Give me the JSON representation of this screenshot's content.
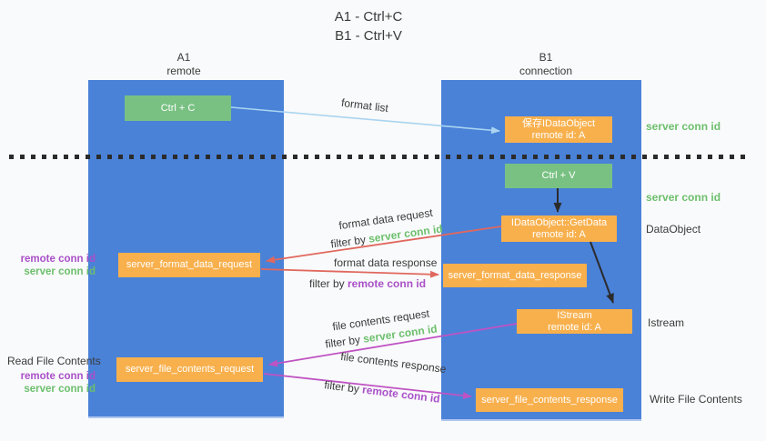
{
  "title": {
    "line1": "A1 - Ctrl+C",
    "line2": "B1 - Ctrl+V"
  },
  "columns": {
    "a1": {
      "name": "A1",
      "subtitle": "remote"
    },
    "b1": {
      "name": "B1",
      "subtitle": "connection"
    }
  },
  "boxes": {
    "ctrl_c": {
      "label": "Ctrl + C"
    },
    "ctrl_v": {
      "label": "Ctrl + V"
    },
    "save_idataobject": {
      "line1": "保存IDataObject",
      "line2": "remote id: A"
    },
    "getdata": {
      "line1": "IDataObject::GetData",
      "line2": "remote id: A"
    },
    "istream": {
      "line1": "IStream",
      "line2": "remote id: A"
    },
    "server_format_data_request": {
      "label": "server_format_data_request"
    },
    "server_format_data_response": {
      "label": "server_format_data_response"
    },
    "server_file_contents_request": {
      "label": "server_file_contents_request"
    },
    "server_file_contents_response": {
      "label": "server_file_contents_response"
    }
  },
  "side_labels": {
    "server_conn_id_top": "server conn id",
    "server_conn_id_mid": "server conn id",
    "dataobject": "DataObject",
    "istream": "Istream",
    "write_file_contents": "Write File Contents",
    "read_file_contents": "Read File Contents",
    "pair1": {
      "remote": "remote conn id",
      "server": "server conn id"
    },
    "pair2": {
      "remote": "remote conn id",
      "server": "server conn id"
    }
  },
  "arrows": {
    "format_list": {
      "label": "format list"
    },
    "format_data_request": {
      "label": "format data request",
      "filter_prefix": "filter by ",
      "filter_key": "server conn id"
    },
    "format_data_response": {
      "label": "format data response",
      "filter_prefix": "filter by ",
      "filter_key": "remote conn id"
    },
    "file_contents_request": {
      "label": "file contents request",
      "filter_prefix": "filter by ",
      "filter_key": "server conn id"
    },
    "file_contents_response": {
      "label": "file contents response",
      "filter_prefix": "filter by ",
      "filter_key": "remote conn id"
    }
  },
  "colors": {
    "background": "#f9fafb",
    "column_blue": "#4a82d8",
    "box_green": "#79c183",
    "box_orange": "#f8b04d",
    "text_green": "#6cbf6c",
    "text_purple": "#a950c8",
    "text_dark": "#3a3a3a",
    "arrow_red": "#e0685e",
    "arrow_magenta": "#bf53c3",
    "arrow_blue": "#aad4f0",
    "arrow_black": "#2b2b2b"
  }
}
